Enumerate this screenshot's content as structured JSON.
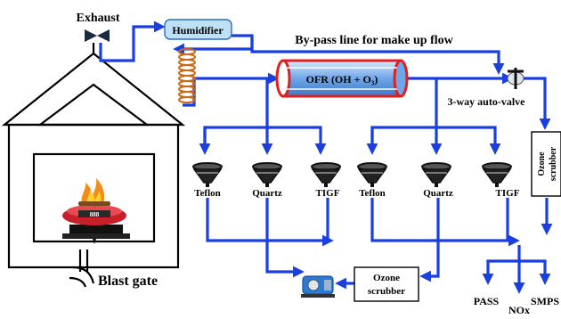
{
  "diagram": {
    "labels": {
      "exhaust": "Exhaust",
      "humidifier": "Humidifier",
      "bypass": "By-pass line for make up flow",
      "ofr": "OFR (OH + O₃)",
      "valve": "3-way auto-valve",
      "blast_gate": "Blast gate",
      "teflon_1": "Teflon",
      "quartz_1": "Quartz",
      "tigf_1": "TIGF",
      "teflon_2": "Teflon",
      "quartz_2": "Quartz",
      "tigf_2": "TIGF",
      "ozone_scrubber_bottom": "Ozone\nscrubber",
      "ozone_scrubber_right": "Ozone\nscrubber",
      "pass": "PASS",
      "nox": "NOx",
      "smps": "SMPS"
    },
    "stove_display": "888",
    "colors": {
      "flow": "#1a3fe0",
      "ofr_tube": "#e02020",
      "ofr_fill": "#6fa6e8",
      "humidifier_fill": "#bfe1f7",
      "coil": "#c86a18",
      "stove": "#e03a3a",
      "flame": "#f28c1a"
    }
  }
}
